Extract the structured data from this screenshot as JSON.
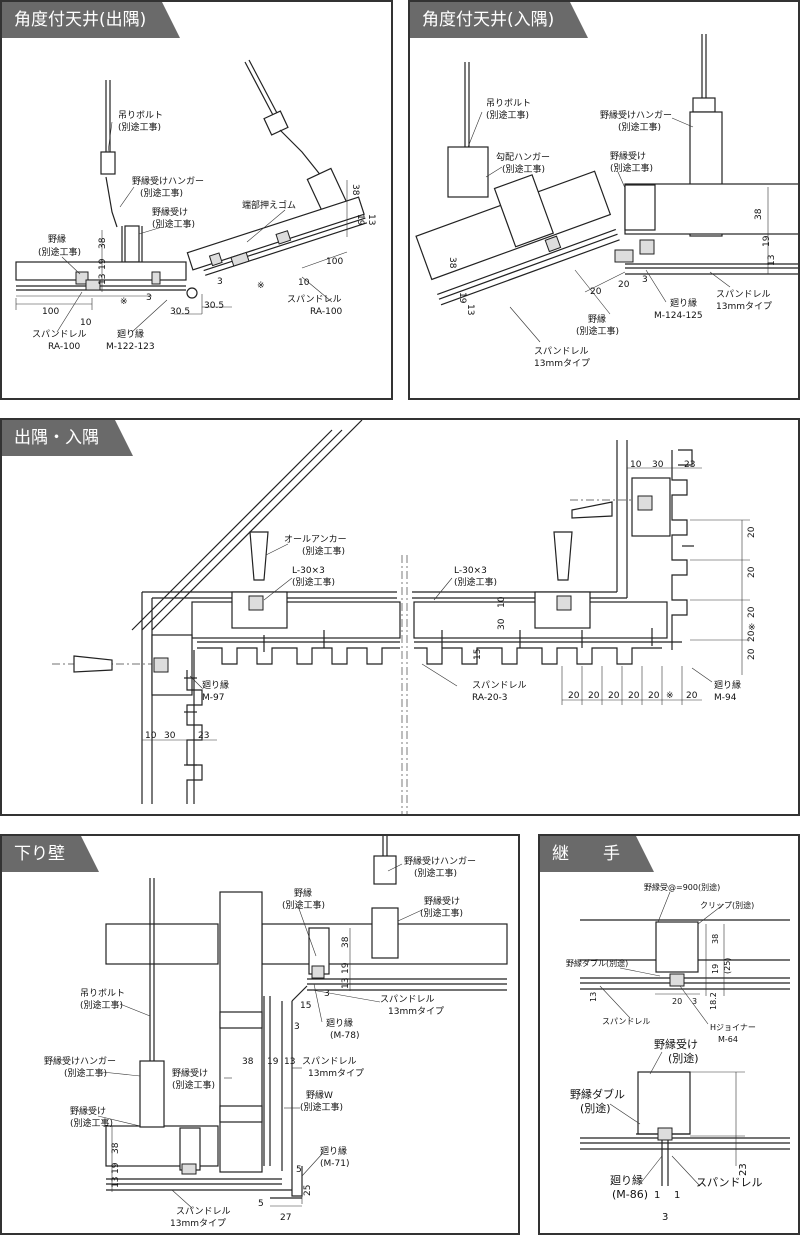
{
  "panels": {
    "p1": {
      "title": "角度付天井(出隅)",
      "labels": {
        "bolt": "吊りボルト",
        "bolt_note": "(別途工事)",
        "hanger": "野縁受けハンガー",
        "hanger_note": "(別途工事)",
        "nobuchiuke": "野縁受け",
        "nobuchiuke_note": "(別途工事)",
        "nobuchi": "野縁",
        "nobuchi_note": "(別途工事)",
        "rubber": "端部押えゴム",
        "spandrel_left": "スパンドレル",
        "spandrel_left_code": "RA-100",
        "spandrel_right": "スパンドレル",
        "spandrel_right_code": "RA-100",
        "mawaribuchi": "廻り縁",
        "mawaribuchi_code": "M-122-123",
        "kome1": "※",
        "kome2": "※"
      },
      "dims": [
        "38",
        "13",
        "19",
        "3",
        "100",
        "10",
        "30.5",
        "100",
        "30.5",
        "10",
        "3",
        "38",
        "19",
        "13",
        "10"
      ]
    },
    "p2": {
      "title": "角度付天井(入隅)",
      "labels": {
        "bolt": "吊りボルト",
        "bolt_note": "(別途工事)",
        "kobai": "勾配ハンガー",
        "kobai_note": "(別途工事)",
        "hanger": "野縁受けハンガー",
        "hanger_note": "(別途工事)",
        "nobuchiuke": "野縁受け",
        "nobuchiuke_note": "(別途工事)",
        "nobuchi": "野縁",
        "nobuchi_note": "(別途工事)",
        "mawaribuchi": "廻り縁",
        "mawaribuchi_code": "M-124-125",
        "spandrel_right": "スパンドレル",
        "spandrel_right_code": "13mmタイプ",
        "spandrel_left": "スパンドレル",
        "spandrel_left_code": "13mmタイプ"
      },
      "dims": [
        "38",
        "19",
        "13",
        "38",
        "19",
        "13",
        "20",
        "20",
        "3"
      ]
    },
    "p3": {
      "title": "出隅・入隅",
      "labels": {
        "anchor": "オールアンカー",
        "anchor_note": "(別途工事)",
        "angle_left": "L-30×3",
        "angle_left_note": "(別途工事)",
        "angle_center": "L-30×3",
        "angle_center_note": "(別途工事)",
        "mawaribuchi_left": "廻り縁",
        "mawaribuchi_left_code": "M-97",
        "spandrel": "スパンドレル",
        "spandrel_code": "RA-20-3",
        "mawaribuchi_right": "廻り縁",
        "mawaribuchi_right_code": "M-94"
      },
      "dims_top": [
        "10",
        "30",
        "23"
      ],
      "dims_right": [
        "20",
        "20",
        "20",
        "20",
        "※",
        "20"
      ],
      "dims_bottom": [
        "20",
        "20",
        "20",
        "20",
        "20",
        "※",
        "20"
      ],
      "dims_left": [
        "10",
        "30",
        "23"
      ],
      "dims_mid": [
        "10",
        "30",
        "15"
      ]
    },
    "p4": {
      "title": "下り壁",
      "labels": {
        "hanger_top": "野縁受けハンガー",
        "hanger_top_note": "(別途工事)",
        "nobuchi": "野縁",
        "nobuchi_note": "(別途工事)",
        "nobuchiuke_top": "野縁受け",
        "nobuchiuke_top_note": "(別途工事)",
        "bolt": "吊りボルト",
        "bolt_note": "(別途工事)",
        "spandrel_top": "スパンドレル",
        "spandrel_top_code": "13mmタイプ",
        "mawaribuchi_top": "廻り縁",
        "mawaribuchi_top_code": "(M-78)",
        "hanger_left": "野縁受けハンガー",
        "hanger_left_note": "(別途工事)",
        "nobuchiuke_mid": "野縁受け",
        "nobuchiuke_mid_note": "(別途工事)",
        "spandrel_mid": "スパンドレル",
        "spandrel_mid_code": "13mmタイプ",
        "nobuchiuke_left": "野縁受け",
        "nobuchiuke_left_note": "(別途工事)",
        "nobuchiW": "野縁W",
        "nobuchiW_note": "(別途工事)",
        "mawaribuchi_bottom": "廻り縁",
        "mawaribuchi_bottom_code": "(M-71)",
        "spandrel_bottom": "スパンドレル",
        "spandrel_bottom_code": "13mmタイプ"
      },
      "dims": [
        "38",
        "13",
        "19",
        "15",
        "3",
        "3",
        "38",
        "19",
        "13",
        "38",
        "19",
        "13",
        "5",
        "25",
        "5",
        "27"
      ]
    },
    "p5": {
      "title": "継　　手",
      "labels": {
        "pitch": "野縁受@=900(別途)",
        "clip": "クリップ(別途)",
        "double": "野縁ダブル(別途)",
        "spandrel": "スパンドレル",
        "hjoiner": "Hジョイナー",
        "hjoiner_code": "M-64",
        "nobuchiuke2": "野縁受け",
        "nobuchiuke2_note": "(別途)",
        "double2": "野縁ダブル",
        "double2_note": "(別途)",
        "mawaribuchi": "廻り縁",
        "mawaribuchi_code": "(M-86)",
        "spandrel2": "スパンドレル"
      },
      "dims": [
        "38",
        "19",
        "(25)",
        "13",
        "20",
        "3",
        "18.2",
        "23",
        "1",
        "1",
        "3"
      ]
    }
  }
}
